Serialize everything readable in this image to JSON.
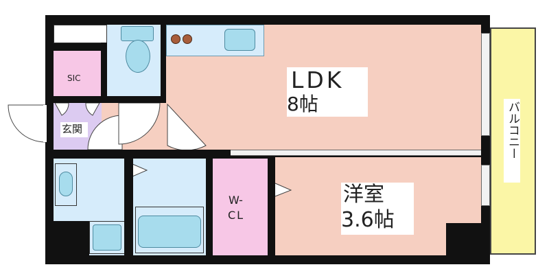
{
  "rooms": {
    "ldk": {
      "name": "LDK",
      "size": "8帖"
    },
    "western": {
      "name": "洋室",
      "size": "3.6帖"
    },
    "sic": {
      "name": "SIC"
    },
    "entrance": {
      "name": "玄関"
    },
    "wcl": {
      "line1": "W-",
      "line2": "CL"
    },
    "balcony": {
      "name": "バルコニー"
    }
  },
  "colors": {
    "wall": "#111111",
    "ldk": "#f6cfc1",
    "western": "#f6cfc1",
    "wet": "#d6ecfb",
    "fixture": "#a7dced",
    "sic": "#f7c7e6",
    "entrance": "#dccbf1",
    "wcl": "#f7c7e6",
    "balcony": "#fbf6a6",
    "stove": "#a85d3a"
  }
}
